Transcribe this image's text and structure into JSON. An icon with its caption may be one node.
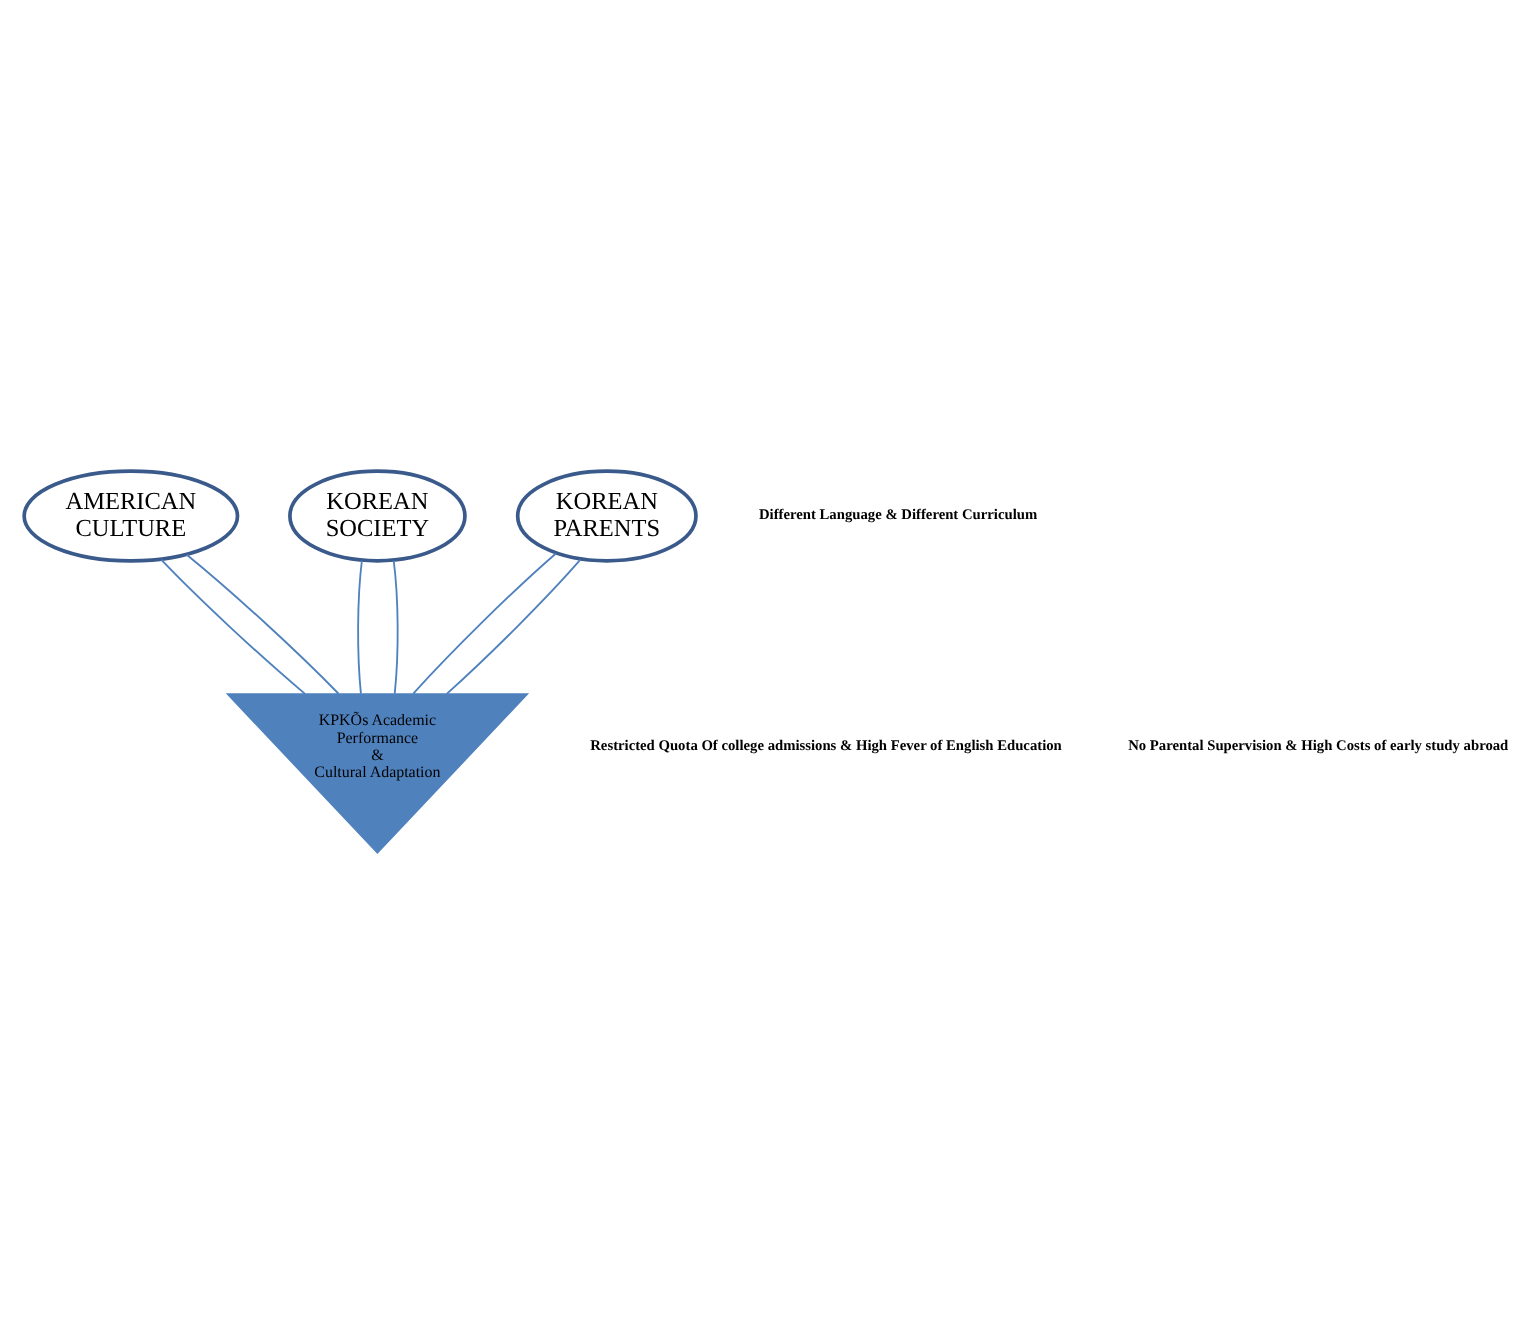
{
  "diagram": {
    "nodes": [
      {
        "text": [
          "AMERICAN CULTURE"
        ]
      },
      {
        "text": [
          "KPKÕs Academic Performance & Cultural Adaptation"
        ]
      },
      {
        "text": [
          "KOREAN SOCIETY"
        ]
      },
      {
        "text": [
          "KOREAN PARENTS"
        ]
      }
    ],
    "edges": [
      {
        "from": 0,
        "to": 1,
        "arrow": "none"
      },
      {
        "from": 0,
        "to": 1,
        "arrow": "none"
      },
      {
        "from": 2,
        "to": 1,
        "arrow": "none"
      },
      {
        "from": 2,
        "to": 1,
        "arrow": "none"
      },
      {
        "from": 3,
        "to": 1,
        "arrow": "none"
      },
      {
        "from": 3,
        "to": 1,
        "arrow": "none"
      }
    ],
    "labels": [
      "Different Language & Different Curriculum",
      "Restricted Quota Of college admissions & High Fever of English Education",
      "No Parental Supervision & High Costs of early study abroad"
    ]
  }
}
